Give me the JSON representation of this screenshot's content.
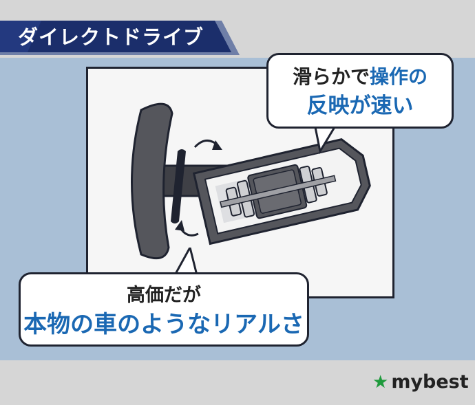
{
  "header": {
    "title": "ダイレクトドライブ"
  },
  "callout_top": {
    "plain": "滑らかで",
    "emph1": "操作の",
    "emph2": "反映が速い"
  },
  "callout_bottom": {
    "line1": "高価だが",
    "line2": "本物の車のようなリアルさ"
  },
  "logo": {
    "text": "mybest",
    "icon": "star-icon"
  },
  "colors": {
    "accent_blue": "#1a68b3",
    "panel_blue": "#a9bfd6",
    "ribbon_navy": "#1b2e6b",
    "logo_green": "#1e9a3c"
  }
}
